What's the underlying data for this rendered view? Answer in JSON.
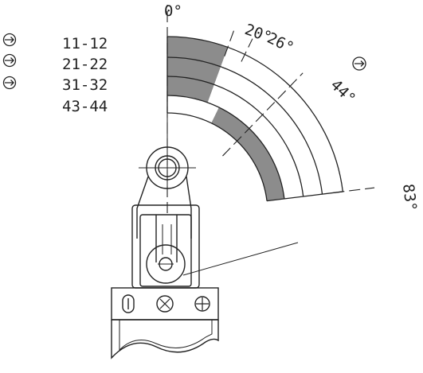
{
  "angles": {
    "zero": "0°",
    "a20": "20°",
    "a26": "26°",
    "a44": "44°",
    "a83": "83°"
  },
  "contacts": [
    {
      "label": "11-12",
      "has_arrow": true
    },
    {
      "label": "21-22",
      "has_arrow": true
    },
    {
      "label": "31-32",
      "has_arrow": true
    },
    {
      "label": "43-44",
      "has_arrow": false
    }
  ],
  "bands": [
    {
      "contact": "11-12",
      "closed_from_deg": 0,
      "closed_to_deg": 20
    },
    {
      "contact": "21-22",
      "closed_from_deg": 0,
      "closed_to_deg": 20
    },
    {
      "contact": "31-32",
      "closed_from_deg": 0,
      "closed_to_deg": 20
    },
    {
      "contact": "43-44",
      "closed_from_deg": 26,
      "closed_to_deg": 83
    }
  ],
  "colors": {
    "filled": "#8c8c8c",
    "line": "#222222"
  }
}
